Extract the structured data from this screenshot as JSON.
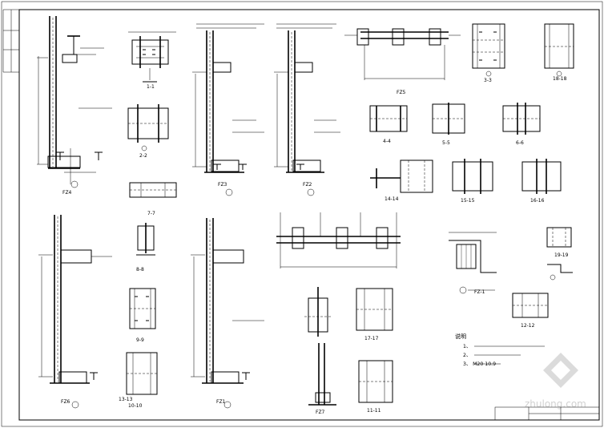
{
  "drawing": {
    "column_labels": [
      "FZ4",
      "FZ3",
      "FZ2",
      "FZ5",
      "FZ6",
      "FZ1",
      "FZ-1",
      "FZ7"
    ],
    "section_labels": [
      "1-1",
      "2-2",
      "3-3",
      "4-4",
      "5-5",
      "6-6",
      "7-7",
      "8-8",
      "9-9",
      "10-10",
      "11-11",
      "12-12",
      "13-13",
      "14-14",
      "15-15",
      "16-16",
      "17-17",
      "18-18",
      "19-19"
    ],
    "notes_title": "说明",
    "notes": [
      "1、",
      "2、",
      "3、                              M20   10.9"
    ]
  },
  "watermark": {
    "brand": "zhulong",
    "domain": "zhulong.com"
  }
}
